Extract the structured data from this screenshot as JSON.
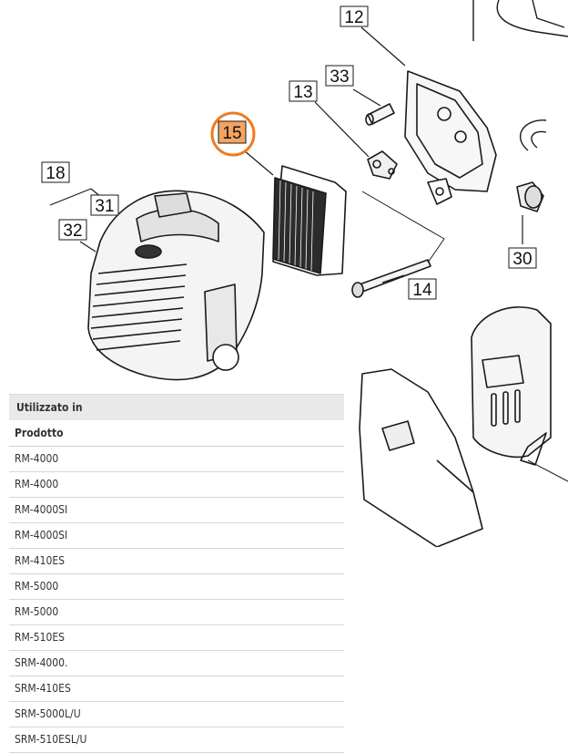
{
  "diagram": {
    "callouts": [
      {
        "id": "c12",
        "label": "12"
      },
      {
        "id": "c33",
        "label": "33"
      },
      {
        "id": "c13",
        "label": "13"
      },
      {
        "id": "c15",
        "label": "15"
      },
      {
        "id": "c18",
        "label": "18"
      },
      {
        "id": "c31",
        "label": "31"
      },
      {
        "id": "c32",
        "label": "32"
      },
      {
        "id": "c30",
        "label": "30"
      },
      {
        "id": "c14",
        "label": "14"
      }
    ],
    "highlight_color": "#f4a460",
    "highlight_ring_color": "#f07a20"
  },
  "usage": {
    "header": "Utilizzato in",
    "column_header": "Prodotto",
    "rows": [
      "RM-4000",
      "RM-4000",
      "RM-4000SI",
      "RM-4000SI",
      "RM-410ES",
      "RM-5000",
      "RM-5000",
      "RM-510ES",
      "SRM-4000.",
      "SRM-410ES",
      "SRM-5000L/U",
      "SRM-510ESL/U"
    ]
  }
}
